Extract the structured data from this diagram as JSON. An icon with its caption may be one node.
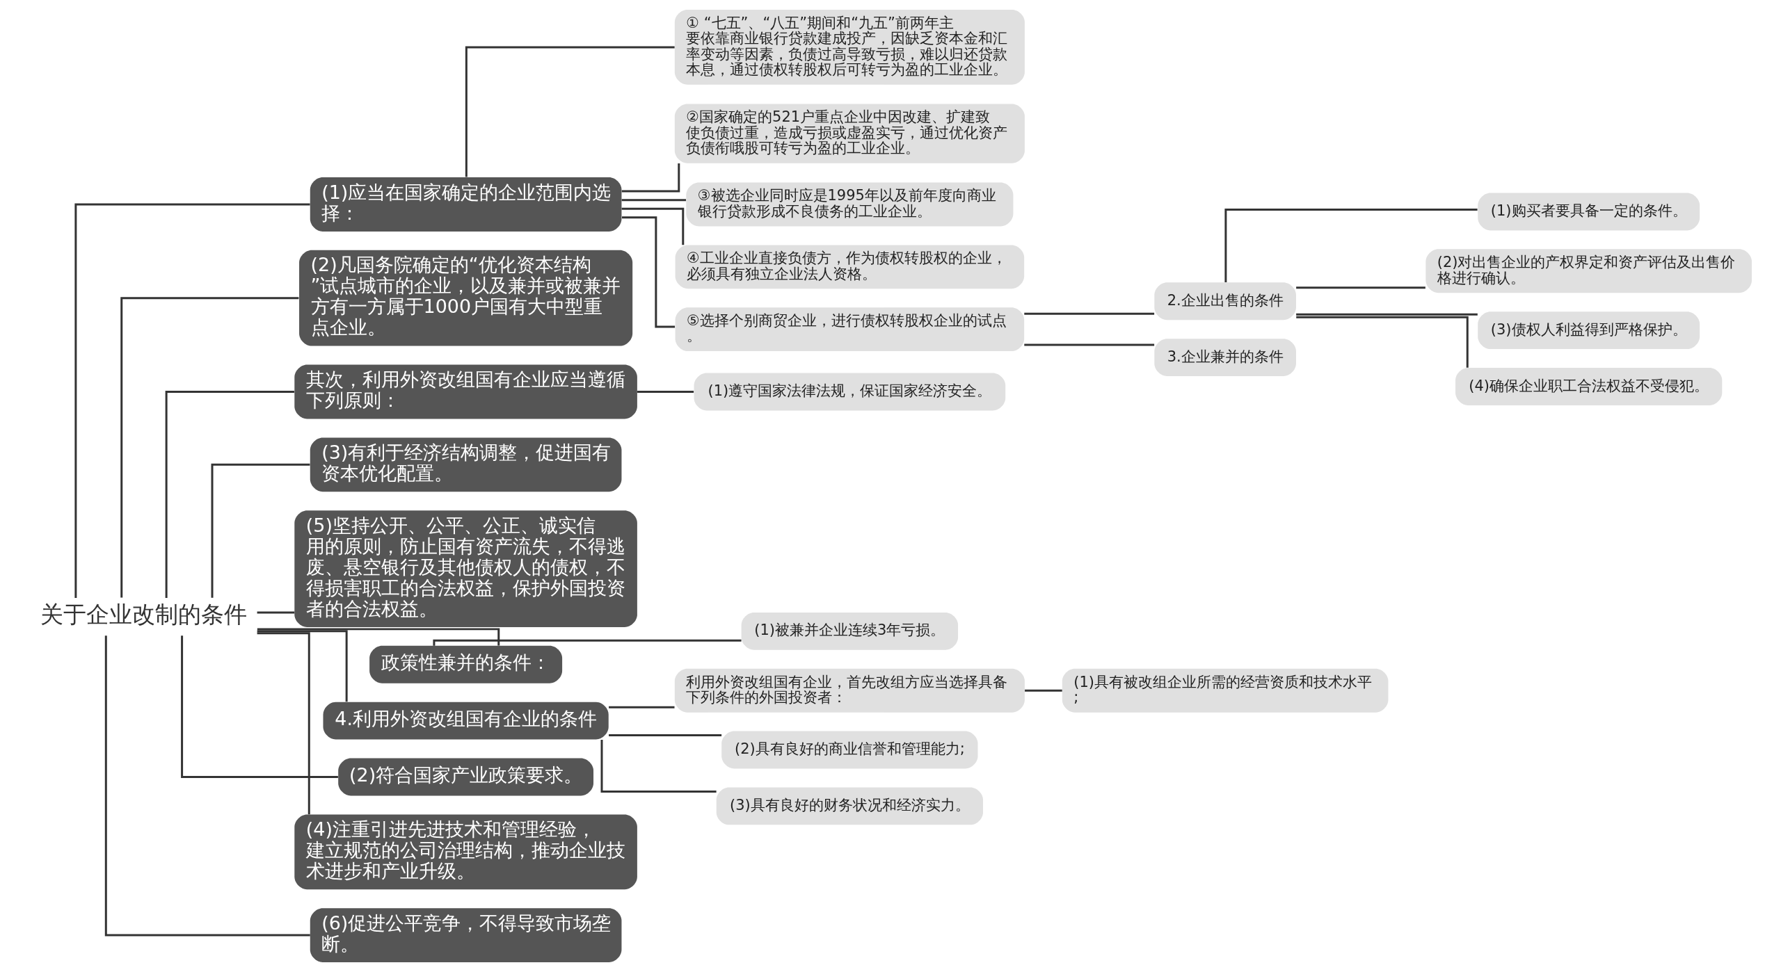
{
  "diagram": {
    "nodes": [
      {
        "text": [
          "关于企业改制的条件"
        ]
      },
      {
        "text": [
          "(1)应当在国家确定的企业范围内选择："
        ]
      },
      {
        "text": [
          "① “七五”、“八五”期间和“九五”前两年主要依靠商业银行贷款建成投产，因缺乏资本金和汇率变动等因素，负债过高导致亏损，难以归还贷款本息，通过债权转股权后可转亏为盈的工业企业。"
        ]
      },
      {
        "text": [
          "②国家确定的521户重点企业中因改建、扩建致使负债过重，造成亏损或虚盈实亏，通过优化资产负债衔哦股可转亏为盈的工业企业。"
        ]
      },
      {
        "text": [
          "③被选企业同时应是1995年以及前年度向商业银行贷款形成不良债务的工业企业。"
        ]
      },
      {
        "text": [
          "④工业企业直接负债方，作为债权转股权的企业，必须具有独立企业法人资格。"
        ]
      },
      {
        "text": [
          "⑤选择个别商贸企业，进行债权转股权企业的试点。"
        ]
      },
      {
        "text": [
          "2.企业出售的条件"
        ]
      },
      {
        "text": [
          "(1)购买者要具备一定的条件。"
        ]
      },
      {
        "text": [
          "(2)对出售企业的产权界定和资产评估及出售价格进行确认。"
        ]
      },
      {
        "text": [
          "(3)债权人利益得到严格保护。"
        ]
      },
      {
        "text": [
          "(4)确保企业职工合法权益不受侵犯。"
        ]
      },
      {
        "text": [
          "3.企业兼并的条件"
        ]
      },
      {
        "text": [
          "(2)凡国务院确定的“优化资本结构”试点城市的企业，以及兼并或被兼并方有一方属于1000户国有大中型重点企业。"
        ]
      },
      {
        "text": [
          "其次，利用外资改组国有企业应当遵循下列原则："
        ]
      },
      {
        "text": [
          "(1)遵守国家法律法规，保证国家经济安全。"
        ]
      },
      {
        "text": [
          "(3)有利于经济结构调整，促进国有资本优化配置。"
        ]
      },
      {
        "text": [
          "(5)坚持公开、公平、公正、诚实信用的原则，防止国有资产流失，不得逃废、悬空银行及其他债权人的债权，不得损害职工的合法权益，保护外国投资者的合法权益。"
        ]
      },
      {
        "text": [
          "政策性兼并的条件："
        ]
      },
      {
        "text": [
          "(1)被兼并企业连续3年亏损。"
        ]
      },
      {
        "text": [
          "4.利用外资改组国有企业的条件"
        ]
      },
      {
        "text": [
          "利用外资改组国有企业，首先改组方应当选择具备下列条件的外国投资者："
        ]
      },
      {
        "text": [
          "(1)具有被改组企业所需的经营资质和技术水平;"
        ]
      },
      {
        "text": [
          "(2)具有良好的商业信誉和管理能力;"
        ]
      },
      {
        "text": [
          "(3)具有良好的财务状况和经济实力。"
        ]
      },
      {
        "text": [
          "(2)符合国家产业政策要求。"
        ]
      },
      {
        "text": [
          "(4)注重引进先进技术和管理经验，建立规范的公司治理结构，推动企业技术进步和产业升级。"
        ]
      },
      {
        "text": [
          "(6)促进公平竞争，不得导致市场垄断。"
        ]
      }
    ],
    "edges": [
      {
        "from": 0,
        "to": 1,
        "arrow": "none"
      },
      {
        "from": 1,
        "to": 2,
        "arrow": "none"
      },
      {
        "from": 1,
        "to": 3,
        "arrow": "none"
      },
      {
        "from": 1,
        "to": 4,
        "arrow": "none"
      },
      {
        "from": 1,
        "to": 5,
        "arrow": "none"
      },
      {
        "from": 1,
        "to": 6,
        "arrow": "none"
      },
      {
        "from": 6,
        "to": 7,
        "arrow": "none"
      },
      {
        "from": 7,
        "to": 8,
        "arrow": "none"
      },
      {
        "from": 7,
        "to": 9,
        "arrow": "none"
      },
      {
        "from": 7,
        "to": 10,
        "arrow": "none"
      },
      {
        "from": 7,
        "to": 11,
        "arrow": "none"
      },
      {
        "from": 6,
        "to": 12,
        "arrow": "none"
      },
      {
        "from": 0,
        "to": 13,
        "arrow": "none"
      },
      {
        "from": 0,
        "to": 14,
        "arrow": "none"
      },
      {
        "from": 14,
        "to": 15,
        "arrow": "none"
      },
      {
        "from": 0,
        "to": 16,
        "arrow": "none"
      },
      {
        "from": 0,
        "to": 17,
        "arrow": "none"
      },
      {
        "from": 0,
        "to": 18,
        "arrow": "none"
      },
      {
        "from": 18,
        "to": 19,
        "arrow": "none"
      },
      {
        "from": 0,
        "to": 20,
        "arrow": "none"
      },
      {
        "from": 20,
        "to": 21,
        "arrow": "none"
      },
      {
        "from": 21,
        "to": 22,
        "arrow": "none"
      },
      {
        "from": 20,
        "to": 23,
        "arrow": "none"
      },
      {
        "from": 20,
        "to": 24,
        "arrow": "none"
      },
      {
        "from": 0,
        "to": 25,
        "arrow": "none"
      },
      {
        "from": 0,
        "to": 26,
        "arrow": "none"
      },
      {
        "from": 0,
        "to": 27,
        "arrow": "none"
      }
    ]
  }
}
